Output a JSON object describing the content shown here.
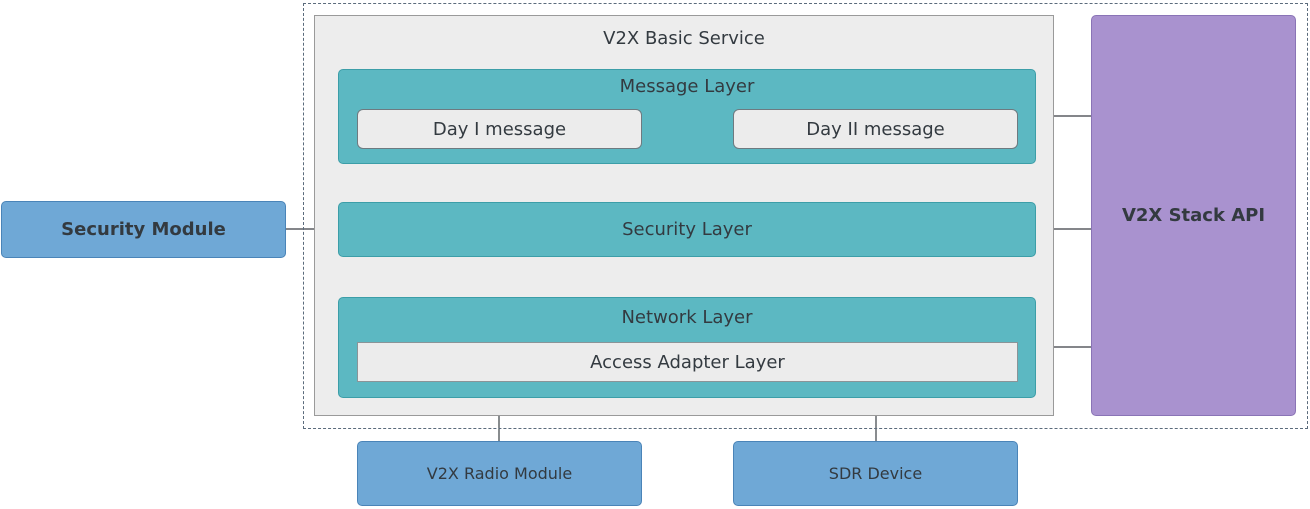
{
  "diagram": {
    "basic_service": {
      "title": "V2X Basic Service",
      "message_layer": {
        "title": "Message Layer",
        "items": [
          "Day I message",
          "Day II message"
        ]
      },
      "security_layer": {
        "title": "Security Layer"
      },
      "network_layer": {
        "title": "Network Layer",
        "adapter": "Access Adapter Layer"
      }
    },
    "stack_api": "V2X Stack API",
    "security_module": "Security Module",
    "radio_module": "V2X Radio Module",
    "sdr_device": "SDR Device"
  }
}
